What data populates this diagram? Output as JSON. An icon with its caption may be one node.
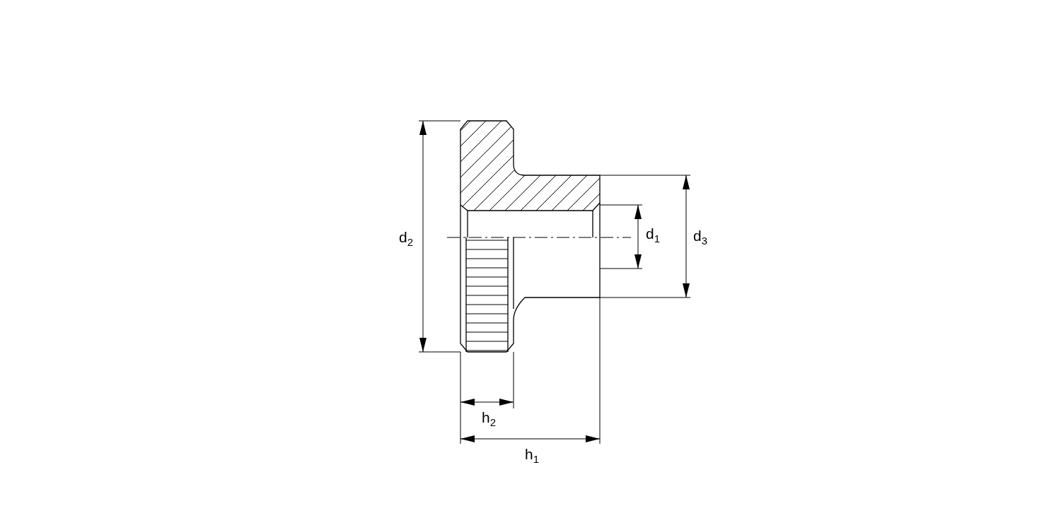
{
  "diagram": {
    "labels": [
      "d$_{2}$",
      "d$_{1}$",
      "d$_{3}$",
      "h$_{2}$",
      "h$_{1}$"
    ]
  }
}
